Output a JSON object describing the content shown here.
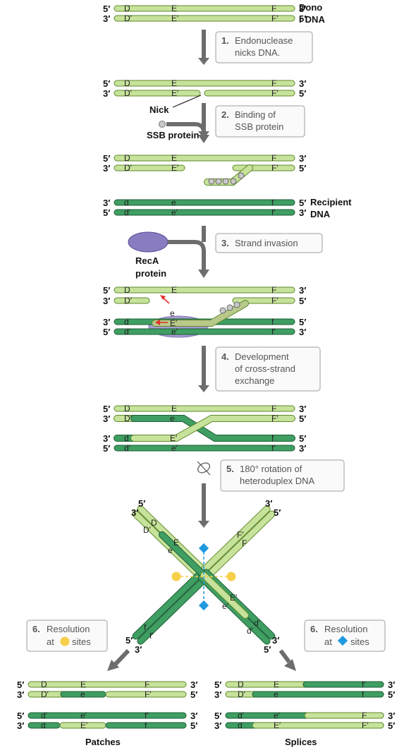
{
  "colors": {
    "light_strand": "#c7e29a",
    "light_stroke": "#5e8a2c",
    "dark_strand": "#3f9e62",
    "dark_stroke": "#1d5e35",
    "box_border": "#bdbdbd",
    "box_fill": "#fafafa",
    "arrow_gray": "#6d6d6d",
    "recA_purple": "#8a7cc0",
    "ssb_gray": "#c8c8c8",
    "site_yellow": "#f7cf4a",
    "site_blue": "#1f9ae0",
    "red_arrow": "#e0322a"
  },
  "ends": {
    "five": "5′",
    "three": "3′"
  },
  "donor_label": [
    "Dono",
    "r DNA"
  ],
  "recipient_label": [
    "Recipient",
    "DNA"
  ],
  "labels": {
    "upper": [
      "D",
      "E",
      "F"
    ],
    "upper_prime": [
      "D′",
      "E′",
      "F′"
    ],
    "lower": [
      "d",
      "e",
      "f"
    ],
    "lower_prime": [
      "d′",
      "e′",
      "f′"
    ]
  },
  "steps": [
    {
      "num": "1.",
      "lines": [
        "Endonuclease",
        "nicks DNA."
      ]
    },
    {
      "num": "2.",
      "lines": [
        "Binding of",
        "SSB protein"
      ]
    },
    {
      "num": "3.",
      "lines": [
        "Strand invasion"
      ]
    },
    {
      "num": "4.",
      "lines": [
        "Development",
        "of cross-strand",
        "exchange"
      ]
    },
    {
      "num": "5.",
      "lines": [
        "180° rotation of",
        "heteroduplex DNA"
      ]
    },
    {
      "num": "6.",
      "lines": [
        "Resolution",
        "at",
        "sites"
      ]
    },
    {
      "num": "6.",
      "lines": [
        "Resolution",
        "at",
        "sites"
      ]
    }
  ],
  "nick_label": "Nick",
  "ssb_label": "SSB protein",
  "reca_label": [
    "RecA",
    "protein"
  ],
  "outcomes": [
    "Patches",
    "Splices"
  ]
}
